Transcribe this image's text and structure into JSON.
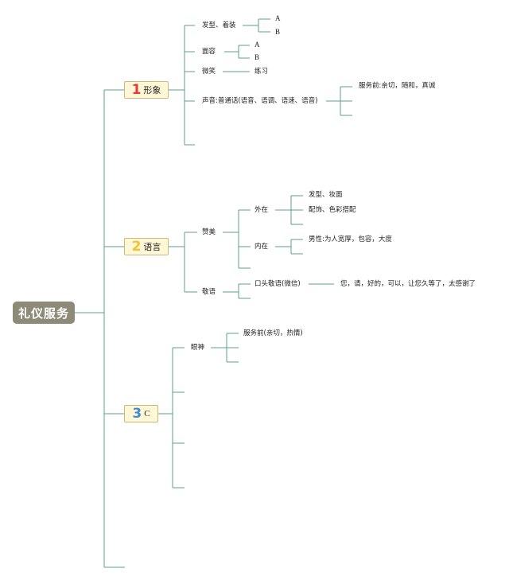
{
  "root": "礼仪服务",
  "colors": {
    "root_bg": "#8d8a77",
    "line": "#5e9c8c",
    "topic_bg": "#fff7d6",
    "topic1_num": "#e63a3a",
    "topic2_num": "#f1c232",
    "topic3_num": "#3d8fd1"
  },
  "topics": [
    {
      "number": "1",
      "label": "形象",
      "items": [
        {
          "label": "发型、着装",
          "children": [
            "A",
            "B"
          ]
        },
        {
          "label": "面容",
          "children": [
            "A",
            "B"
          ]
        },
        {
          "label": "微笑",
          "children": [
            "练习"
          ]
        },
        {
          "label": "声音:普通话(语音、语调、语速、语音)",
          "children": [
            "服务前:亲切，随和，真诚"
          ]
        }
      ]
    },
    {
      "number": "2",
      "label": "语言",
      "items": [
        {
          "label": "赞美",
          "children": [
            {
              "label": "外在",
              "children": [
                "发型、妆面",
                "配饰、色彩搭配"
              ]
            },
            {
              "label": "内在",
              "children": [
                "男性:为人宽厚，包容，大度"
              ]
            }
          ]
        },
        {
          "label": "敬语",
          "children": [
            {
              "label": "口头敬语(微信)",
              "children": [
                "您，请，好的，可以，让您久等了，太感谢了"
              ]
            }
          ]
        }
      ]
    },
    {
      "number": "3",
      "label": "C",
      "items": [
        {
          "label": "眼神",
          "children": [
            "服务前(亲切，热情)"
          ]
        }
      ]
    }
  ]
}
